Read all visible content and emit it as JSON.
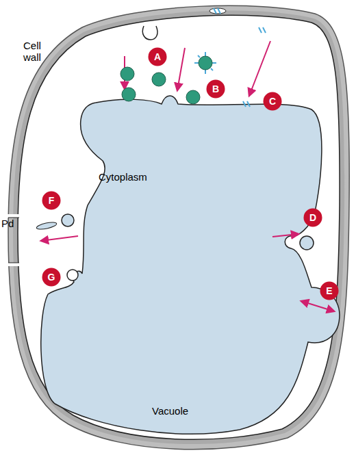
{
  "diagram": {
    "nodes": [
      {
        "text": [
          "A"
        ]
      },
      {
        "text": [
          "B"
        ]
      },
      {
        "text": [
          "C"
        ]
      },
      {
        "text": [
          "D"
        ]
      },
      {
        "text": [
          "E"
        ]
      },
      {
        "text": [
          "F"
        ]
      },
      {
        "text": [
          "G"
        ]
      }
    ],
    "labels": [
      "Cell wall",
      "Cytoplasm",
      "Vacuole",
      "Pd"
    ]
  }
}
